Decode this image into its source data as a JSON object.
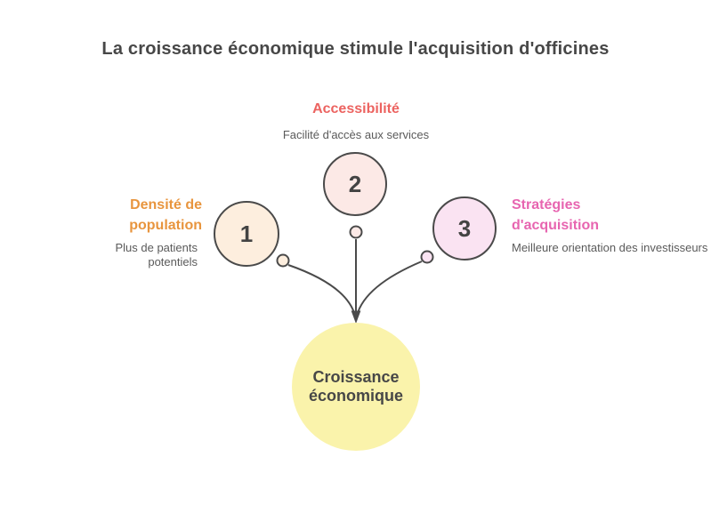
{
  "title": "La croissance économique stimule l'acquisition d'officines",
  "colors": {
    "title_text": "#474747",
    "subtitle_text": "#5a5a5a",
    "connector_stroke": "#4a4a4a"
  },
  "nodes": [
    {
      "number": "1",
      "title": "Densité de population",
      "subtitle": "Plus de patients potentiels",
      "title_color": "#e8953e",
      "circle_fill": "#fdeede"
    },
    {
      "number": "2",
      "title": "Accessibilité",
      "subtitle": "Facilité d'accès aux services",
      "title_color": "#ec6360",
      "circle_fill": "#fce9e6"
    },
    {
      "number": "3",
      "title": "Stratégies d'acquisition",
      "subtitle": "Meilleure orientation des investisseurs",
      "title_color": "#e765b0",
      "circle_fill": "#fae3f2"
    }
  ],
  "center": {
    "label": "Croissance économique",
    "fill": "#faf3ab"
  }
}
